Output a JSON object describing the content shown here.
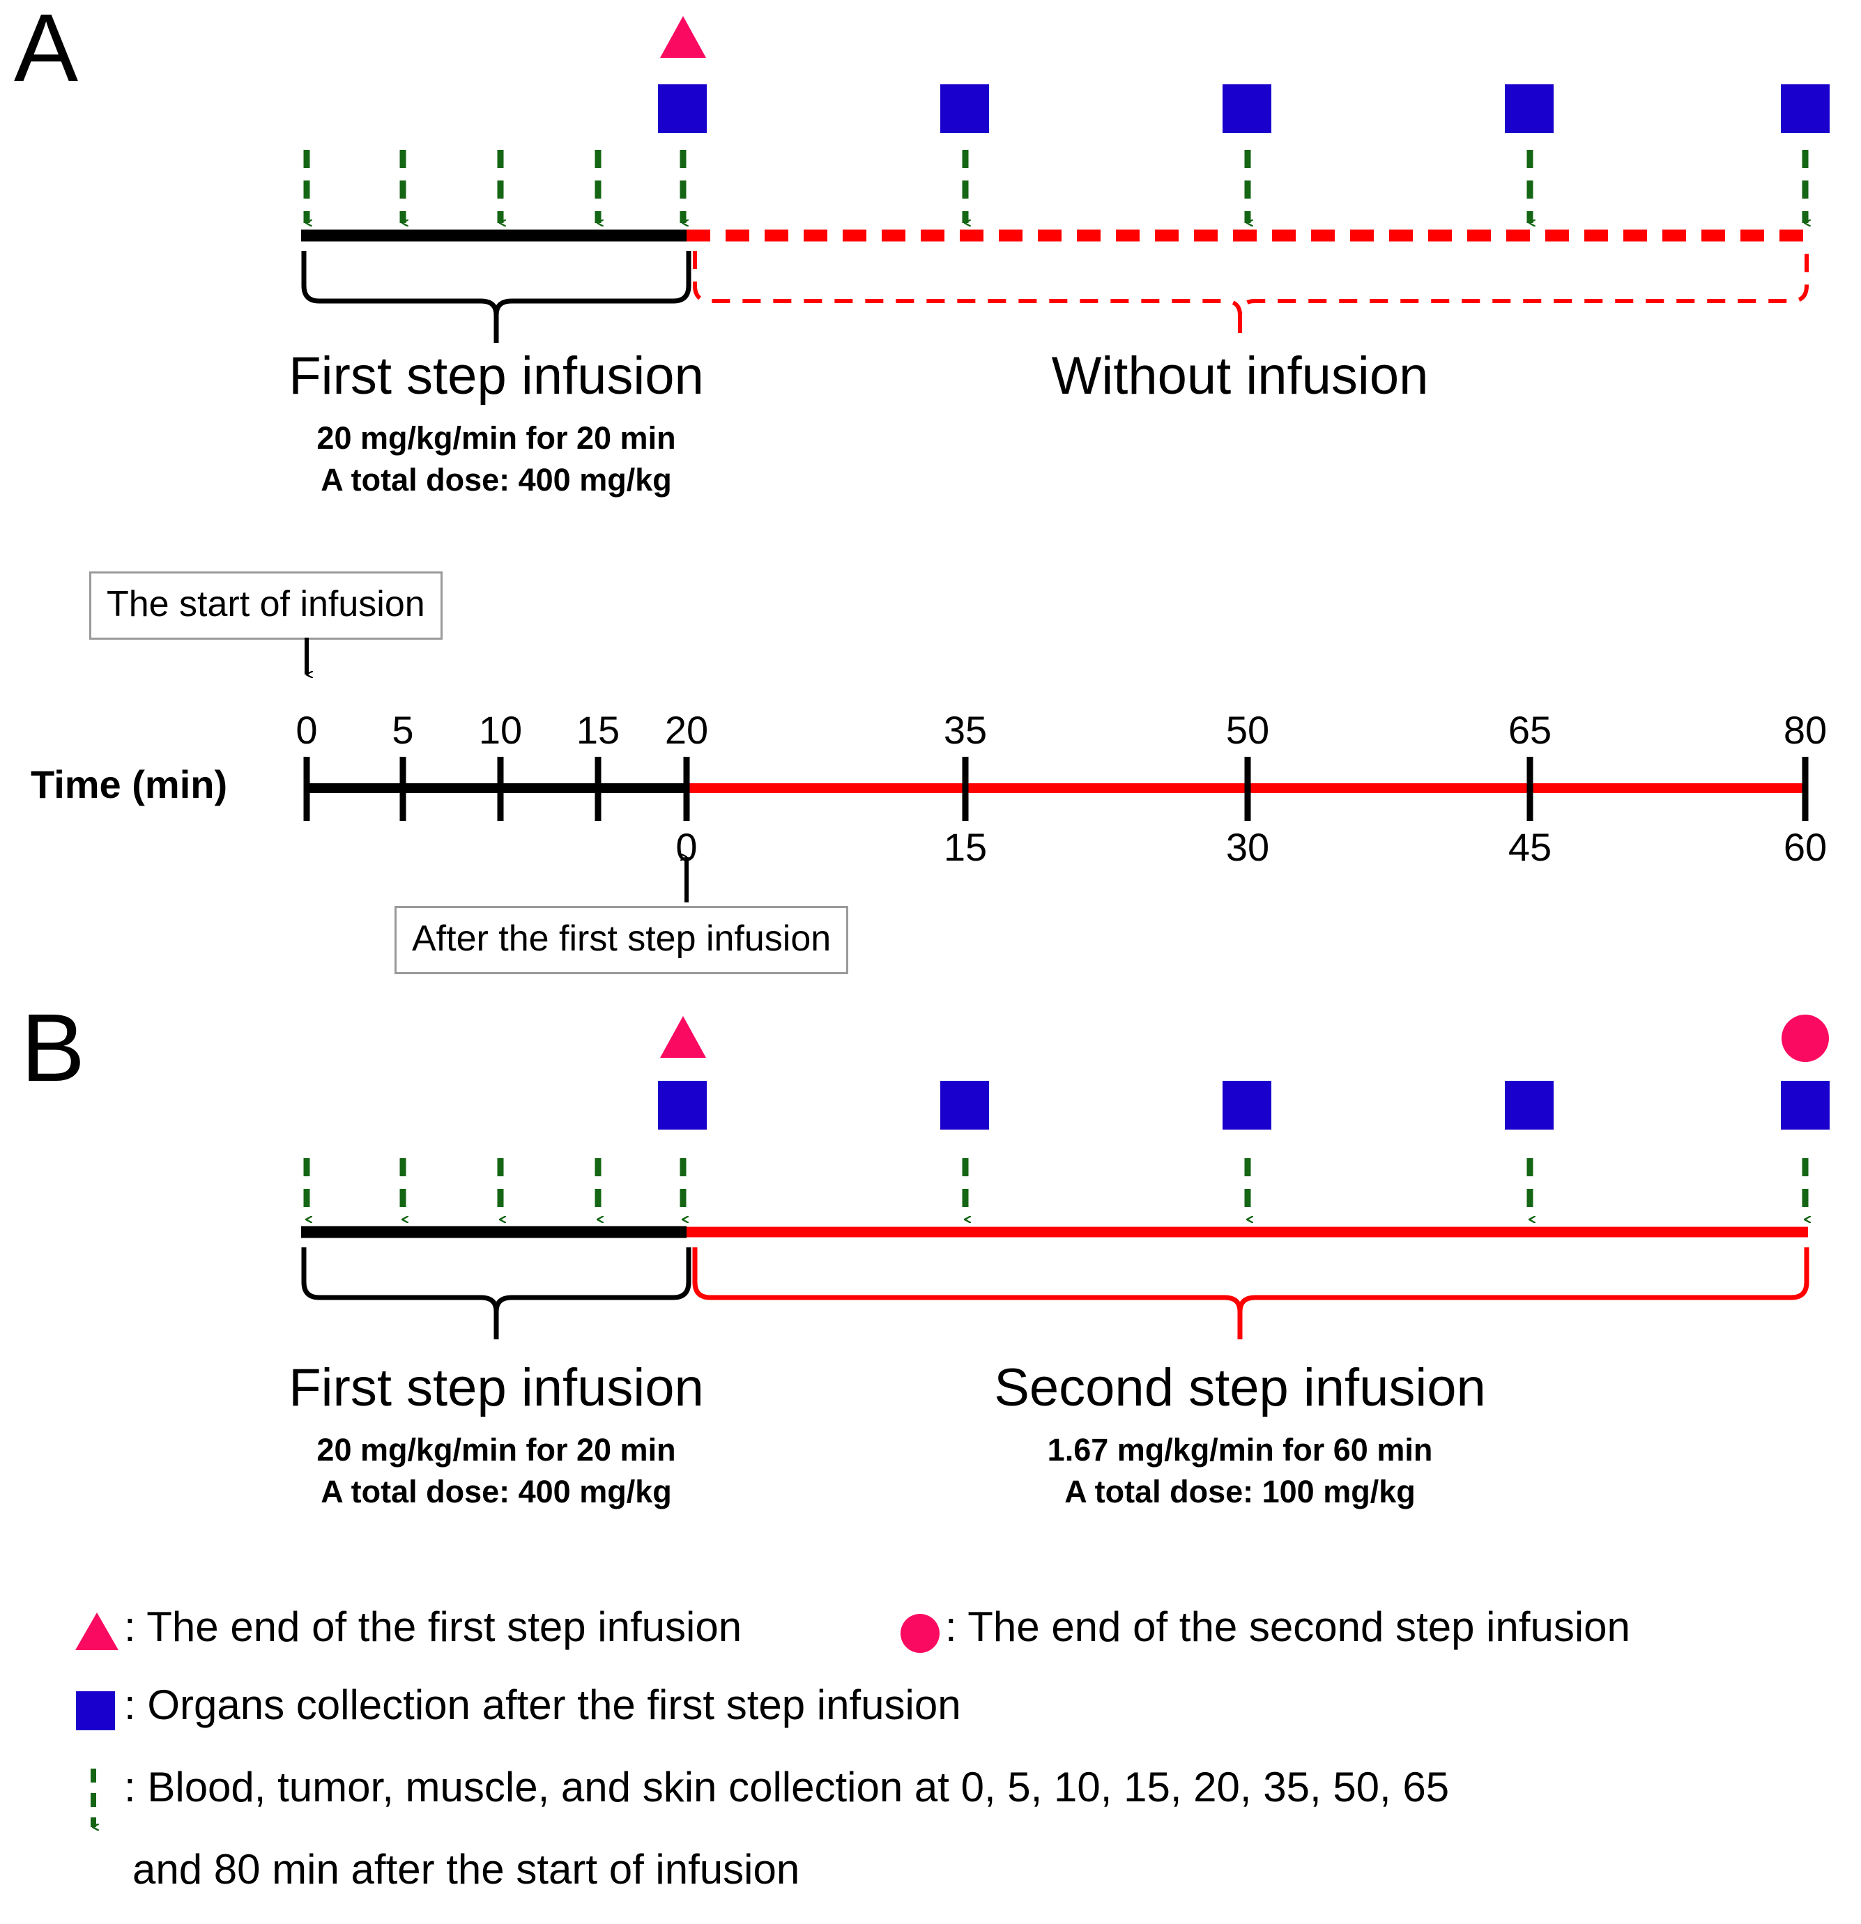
{
  "figure": {
    "panels": [
      {
        "letter": "A",
        "segments": [
          {
            "title": "First step infusion",
            "rate": "20 mg/kg/min for 20 min",
            "dose": "A total dose: 400 mg/kg"
          },
          {
            "title": "Without infusion",
            "rate": "",
            "dose": ""
          }
        ]
      },
      {
        "letter": "B",
        "segments": [
          {
            "title": "First step infusion",
            "rate": "20 mg/kg/min for 20 min",
            "dose": "A total dose: 400 mg/kg"
          },
          {
            "title": "Second step infusion",
            "rate": "1.67 mg/kg/min for 60 min",
            "dose": "A total dose: 100 mg/kg"
          }
        ]
      }
    ]
  },
  "axis": {
    "name": "Time (min)",
    "callout_start": "The start of infusion",
    "callout_after": "After the first step infusion",
    "top_ticks": [
      "0",
      "5",
      "10",
      "15",
      "20",
      "35",
      "50",
      "65",
      "80"
    ],
    "bottom_ticks": [
      "0",
      "15",
      "30",
      "45",
      "60"
    ]
  },
  "legend": {
    "items": [
      {
        "icon": "triangle-marker",
        "text": ": The end of the first step infusion"
      },
      {
        "icon": "circle-marker",
        "text": ": The end of the second step infusion"
      },
      {
        "icon": "square-marker",
        "text": ": Organs collection after the first step infusion"
      },
      {
        "icon": "dashed-arrow-marker",
        "text": ": Blood, tumor, muscle, and skin collection at 0, 5, 10, 15, 20, 35, 50, 65"
      },
      {
        "icon": "",
        "text": "and 80 min after the start of infusion"
      }
    ]
  },
  "colors": {
    "pink": "#FA0A60",
    "blue": "#1A00CC",
    "green": "#146614",
    "red": "#FF0000",
    "black": "#000000",
    "box_border": "#9A9A9A"
  },
  "chart_data": {
    "type": "timeline",
    "title": "Two-step infusion protocol schematic",
    "xlabel": "Time (min)",
    "x_top_values": [
      0,
      5,
      10,
      15,
      20,
      35,
      50,
      65,
      80
    ],
    "x_bottom_values": [
      0,
      15,
      30,
      45,
      60
    ],
    "x_bottom_offset_min": 20,
    "xlim": [
      0,
      80
    ],
    "grid": false,
    "legend_position": "bottom",
    "series": [
      {
        "name": "Panel A first step infusion",
        "style": "solid-black",
        "x_start": 0,
        "x_end": 20,
        "rate_mg_per_kg_per_min": 20,
        "duration_min": 20,
        "total_dose_mg_per_kg": 400
      },
      {
        "name": "Panel A without infusion",
        "style": "dashed-red",
        "x_start": 20,
        "x_end": 80,
        "rate_mg_per_kg_per_min": 0,
        "duration_min": 60,
        "total_dose_mg_per_kg": 0
      },
      {
        "name": "Panel B first step infusion",
        "style": "solid-black",
        "x_start": 0,
        "x_end": 20,
        "rate_mg_per_kg_per_min": 20,
        "duration_min": 20,
        "total_dose_mg_per_kg": 400
      },
      {
        "name": "Panel B second step infusion",
        "style": "solid-red",
        "x_start": 20,
        "x_end": 80,
        "rate_mg_per_kg_per_min": 1.67,
        "duration_min": 60,
        "total_dose_mg_per_kg": 100
      }
    ],
    "markers": {
      "blood_tumor_muscle_skin_collection_min": [
        0,
        5,
        10,
        15,
        20,
        35,
        50,
        65,
        80
      ],
      "organ_collection_min": [
        20,
        35,
        50,
        65,
        80
      ],
      "end_of_first_step_infusion_min": 20,
      "end_of_second_step_infusion_min": 80
    }
  }
}
